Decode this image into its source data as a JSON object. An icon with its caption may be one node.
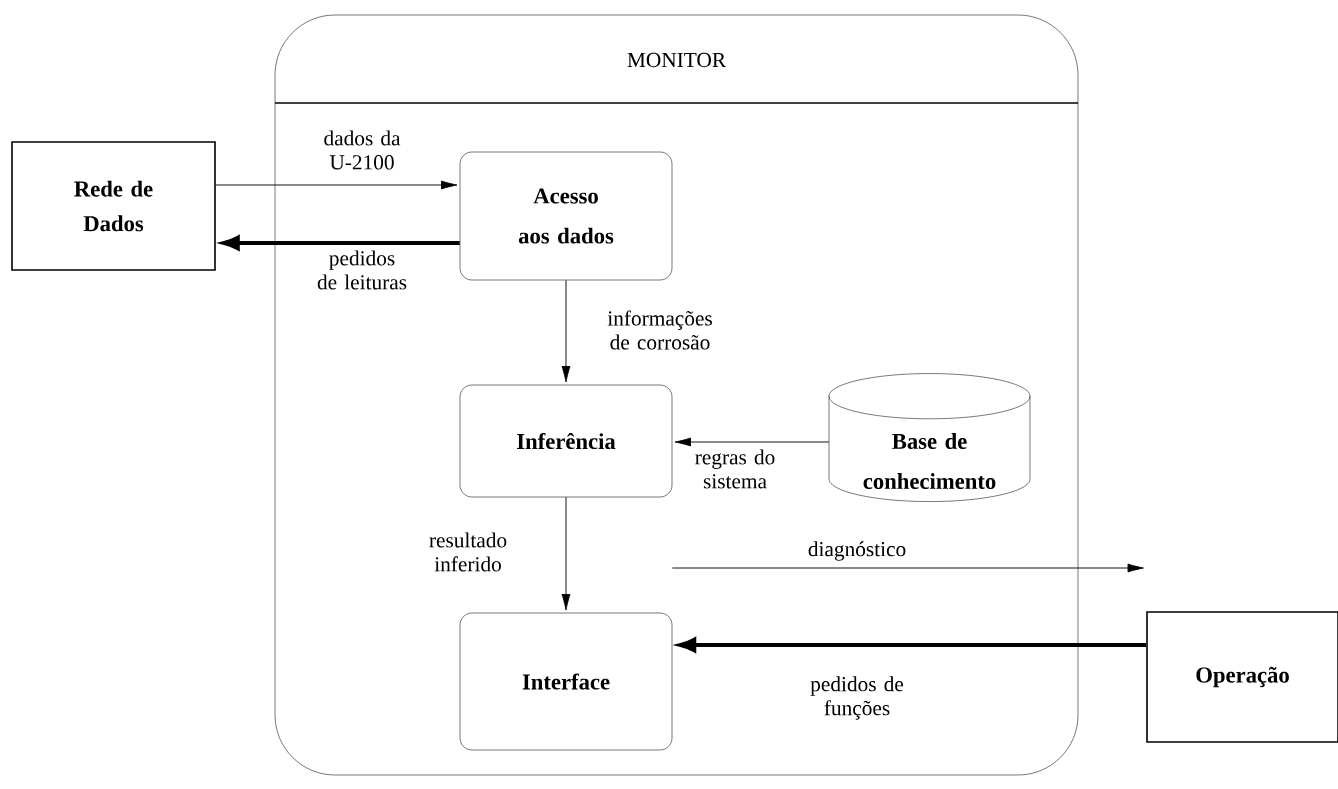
{
  "diagram": {
    "nodes": [
      {
        "text": [
          "MONITOR"
        ]
      },
      {
        "text": [
          "Rede de Dados"
        ]
      },
      {
        "text": [
          "Acesso aos dados"
        ],
        "in": 0
      },
      {
        "text": [
          "Inferência"
        ],
        "in": 0
      },
      {
        "text": [
          "Base de conhecimento"
        ],
        "in": 0
      },
      {
        "text": [
          "Interface"
        ],
        "in": 0
      },
      {
        "text": [
          "Operação"
        ]
      }
    ],
    "edges": [
      {
        "from": 1,
        "to": 2,
        "arrow": "to",
        "label": "dados da U-2100"
      },
      {
        "from": 2,
        "to": 1,
        "arrow": "to",
        "label": "pedidos de leituras",
        "style": "thick"
      },
      {
        "from": 2,
        "to": 3,
        "arrow": "to",
        "label": "informações de corrosão"
      },
      {
        "from": 4,
        "to": 3,
        "arrow": "to",
        "label": "regras do sistema"
      },
      {
        "from": 3,
        "to": 5,
        "arrow": "to",
        "label": "resultado inferido"
      },
      {
        "from": 5,
        "to": 6,
        "arrow": "to",
        "label": "diagnóstico"
      },
      {
        "from": 6,
        "to": 5,
        "arrow": "to",
        "label": "pedidos de funções",
        "style": "thick"
      }
    ]
  }
}
